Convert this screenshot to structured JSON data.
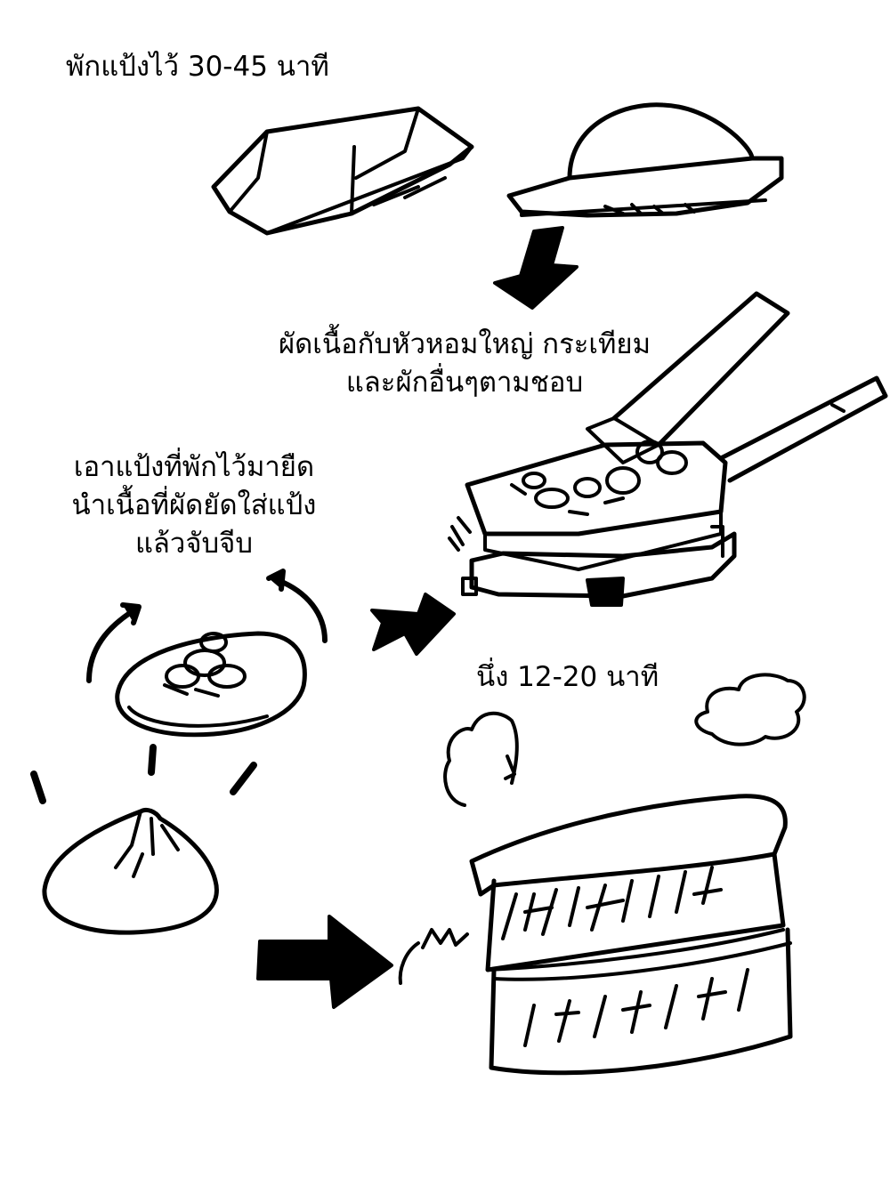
{
  "captions": {
    "rest_dough": "พักแป้งไว้ 30-45 นาที",
    "fry_filling": [
      "ผัดเนื้อกับหัวหอมใหญ่ กระเทียม",
      "และผักอื่นๆตามชอบ"
    ],
    "fill_and_pleat": [
      "เอาแป้งที่พักไว้มายืด",
      "นำเนื้อที่ผัดยัดใส่แป้ง",
      "แล้วจับจีบ"
    ],
    "steam": "นึ่ง 12-20 นาที"
  },
  "illustrations": {
    "covered_dough": "covered-dough-illustration",
    "dough_ball": "dough-ball-on-board-illustration",
    "frying_pan": "frying-pan-on-stove-illustration",
    "filled_dough": "filled-dough-circle-illustration",
    "bun": "pleated-bun-illustration",
    "steamer": "bamboo-steamer-illustration"
  },
  "colors": {
    "ink": "#000000",
    "paper": "#ffffff"
  }
}
